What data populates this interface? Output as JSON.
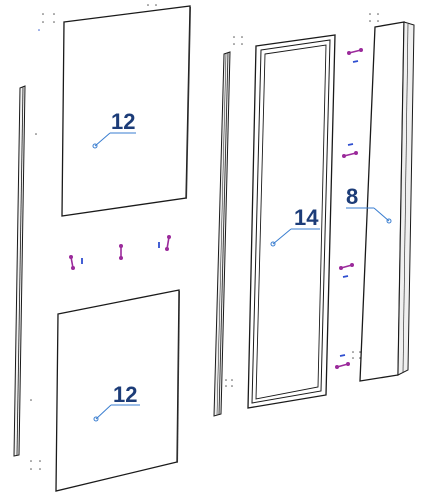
{
  "parts": [
    {
      "id": "upper-left-panel",
      "label": "12"
    },
    {
      "id": "lower-left-panel",
      "label": "12"
    },
    {
      "id": "framed-door-panel",
      "label": "14"
    },
    {
      "id": "narrow-side-panel",
      "label": "8"
    }
  ],
  "colors": {
    "outline": "#1a1a1a",
    "callout": "#1c3c78",
    "leader": "#3a7ed0",
    "cam_lock": "#9b2a9b",
    "dowel": "#2f4fd0"
  }
}
